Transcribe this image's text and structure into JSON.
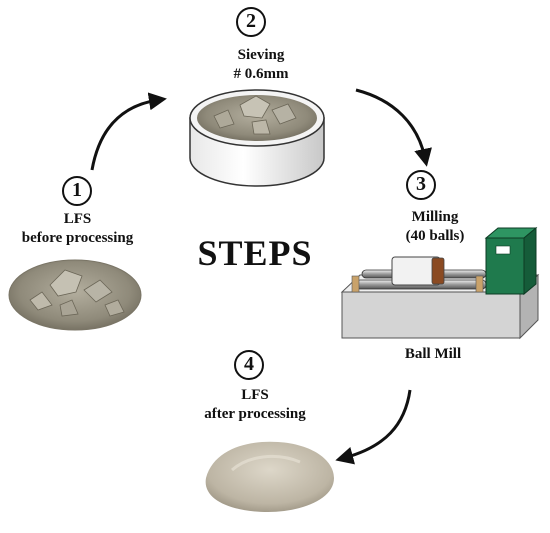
{
  "title": "STEPS",
  "steps": [
    {
      "number": "1",
      "lines": [
        "LFS",
        "before processing"
      ]
    },
    {
      "number": "2",
      "lines": [
        "Sieving",
        "# 0.6mm"
      ]
    },
    {
      "number": "3",
      "lines": [
        "Milling",
        "(40 balls)"
      ]
    },
    {
      "number": "4",
      "lines": [
        "LFS",
        "after processing"
      ]
    }
  ],
  "equipment_label": "Ball Mill",
  "colors": {
    "text": "#111111",
    "sand": "#9c9888",
    "powder": "#c9c2b3",
    "mill_body": "#1f7a4d",
    "mill_base": "#d8d8d8"
  }
}
